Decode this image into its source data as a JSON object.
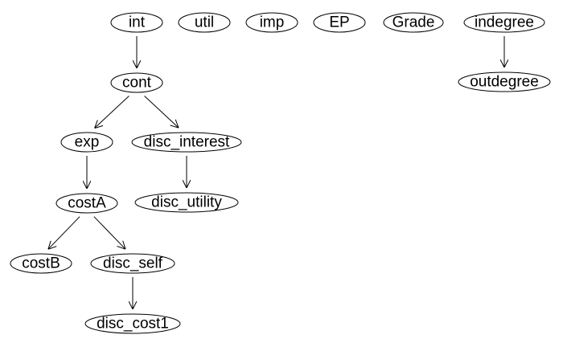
{
  "graph": {
    "nodes": [
      {
        "id": "int",
        "label": "int"
      },
      {
        "id": "util",
        "label": "util"
      },
      {
        "id": "imp",
        "label": "imp"
      },
      {
        "id": "EP",
        "label": "EP"
      },
      {
        "id": "Grade",
        "label": "Grade"
      },
      {
        "id": "indegree",
        "label": "indegree"
      },
      {
        "id": "outdegree",
        "label": "outdegree"
      },
      {
        "id": "cont",
        "label": "cont"
      },
      {
        "id": "exp",
        "label": "exp"
      },
      {
        "id": "disc_interest",
        "label": "disc_interest"
      },
      {
        "id": "costA",
        "label": "costA"
      },
      {
        "id": "disc_utility",
        "label": "disc_utility"
      },
      {
        "id": "costB",
        "label": "costB"
      },
      {
        "id": "disc_self",
        "label": "disc_self"
      },
      {
        "id": "disc_cost1",
        "label": "disc_cost1"
      }
    ],
    "edges": [
      {
        "from": "int",
        "to": "cont"
      },
      {
        "from": "indegree",
        "to": "outdegree"
      },
      {
        "from": "cont",
        "to": "exp"
      },
      {
        "from": "cont",
        "to": "disc_interest"
      },
      {
        "from": "exp",
        "to": "costA"
      },
      {
        "from": "disc_interest",
        "to": "disc_utility"
      },
      {
        "from": "costA",
        "to": "costB"
      },
      {
        "from": "costA",
        "to": "disc_self"
      },
      {
        "from": "disc_self",
        "to": "disc_cost1"
      }
    ]
  }
}
